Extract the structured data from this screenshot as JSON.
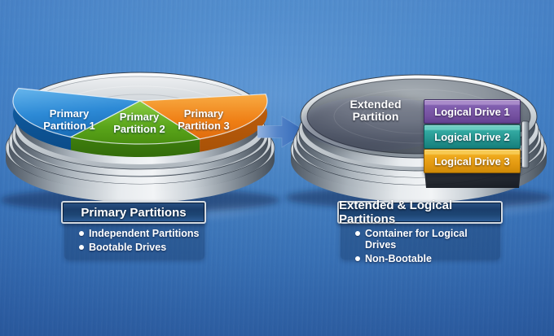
{
  "left_disk": {
    "wedges": [
      {
        "line1": "Primary",
        "line2": "Partition 1",
        "color": "#2d8ad6"
      },
      {
        "line1": "Primary",
        "line2": "Partition 2",
        "color": "#5aa51a"
      },
      {
        "line1": "Primary",
        "line2": "Partition 3",
        "color": "#ef7f15"
      }
    ],
    "caption": {
      "title": "Primary Partitions",
      "bullets": [
        "Independent Partitions",
        "Bootable Drives"
      ]
    }
  },
  "right_disk": {
    "surface_label": {
      "line1": "Extended",
      "line2": "Partition"
    },
    "drives": [
      {
        "label": "Logical Drive 1",
        "color": "#74509f"
      },
      {
        "label": "Logical Drive 2",
        "color": "#218f8a"
      },
      {
        "label": "Logical Drive 3",
        "color": "#e0960f"
      }
    ],
    "caption": {
      "title": "Extended & Logical Partitions",
      "bullets": [
        "Container for Logical Drives",
        "Non-Bootable"
      ]
    }
  },
  "arrow": {
    "direction": "right",
    "color": "#2c63b5"
  },
  "colors": {
    "background": "#3d7ac2",
    "metal_light": "#f2f4f6",
    "metal_dark": "#454f5a",
    "caption_header_fill": "#1d4573",
    "caption_header_border": "#d4dbe2"
  }
}
